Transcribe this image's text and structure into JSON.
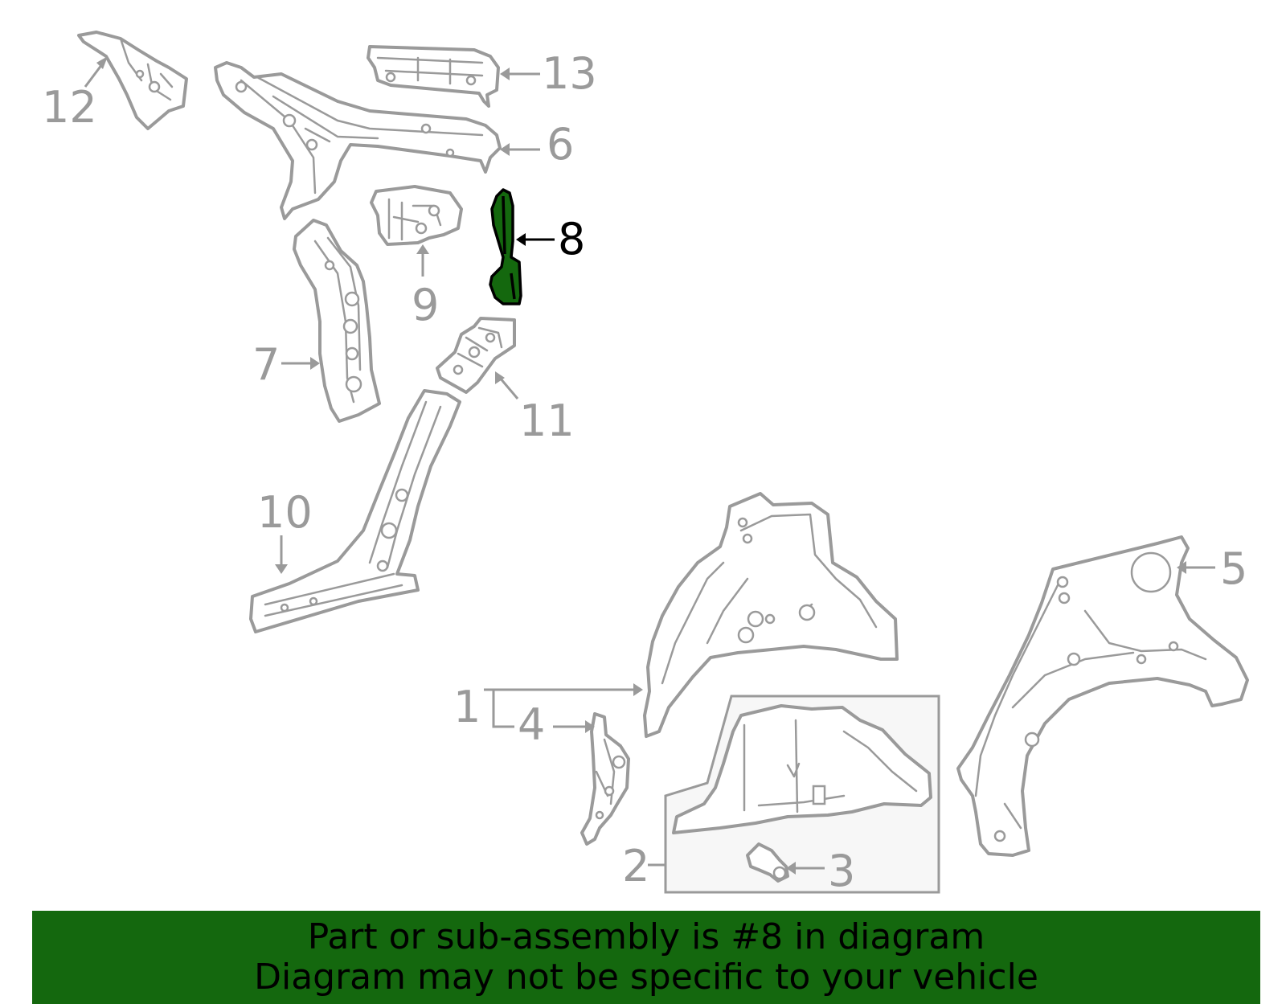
{
  "diagram": {
    "highlight_color": "#14680e",
    "line_color": "#9a9a9a",
    "highlighted_part": "8",
    "callouts": [
      "1",
      "2",
      "3",
      "4",
      "5",
      "6",
      "7",
      "8",
      "9",
      "10",
      "11",
      "12",
      "13"
    ]
  },
  "banner": {
    "background": "#14680e",
    "line1": "Part or sub-assembly is #8 in diagram",
    "line2": "Diagram may not be specific to your vehicle"
  }
}
